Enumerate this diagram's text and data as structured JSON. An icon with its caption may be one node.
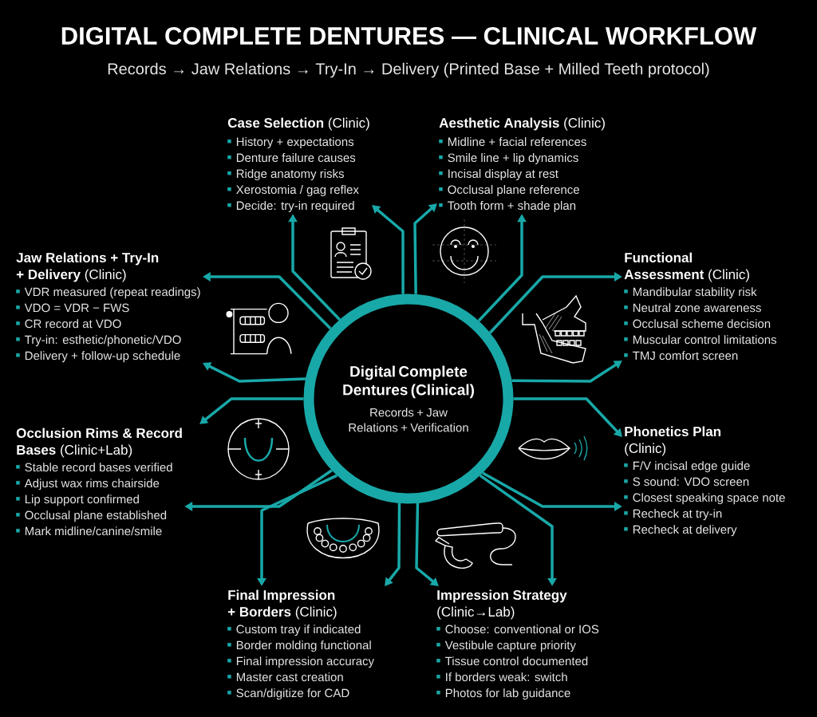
{
  "diagram": {
    "title": "DIGITAL COMPLETE DENTURES — CLINICAL WORKFLOW",
    "nodes": [
      {
        "text": [
          "Digital Complete Dentures (Clinical)",
          "Records + Jaw Relations + Verification"
        ]
      },
      {
        "text": [
          "**Case Selection** (Clinic)",
          "History + expectations",
          "Denture failure causes",
          "Ridge anatomy risks",
          "Xerostomia / gag reflex",
          "Decide: try-in required"
        ]
      },
      {
        "text": [
          "**Aesthetic Analysis** (Clinic)",
          "Midline + facial references",
          "Smile line + lip dynamics",
          "Incisal display at rest",
          "Occlusal plane reference",
          "Tooth form + shade plan"
        ]
      },
      {
        "text": [
          "**Jaw Relations + Try-In + Delivery** (Clinic)",
          "VDR measured (repeat readings)",
          "VDO = VDR − FWS",
          "CR record at VDO",
          "Try-in: esthetic/phonetic/VDO",
          "Delivery + follow-up schedule"
        ]
      },
      {
        "text": [
          "**Functional Assessment** (Clinic)",
          "Mandibular stability risk",
          "Neutral zone awareness",
          "Occlusal scheme decision",
          "Muscular control limitations",
          "TMJ comfort screen"
        ]
      },
      {
        "text": [
          "**Occlusion Rims & Record Bases** (Clinic+Lab)",
          "Stable record bases verified",
          "Adjust wax rims chairside",
          "Lip support confirmed",
          "Occlusal plane established",
          "Mark midline/canine/smile"
        ]
      },
      {
        "text": [
          "**Phonetics Plan** (Clinic)",
          "F/V incisal edge guide",
          "S sound: VDO screen",
          "Closest speaking space note",
          "Recheck at try-in",
          "Recheck at delivery"
        ]
      },
      {
        "text": [
          "**Final Impression + Borders** (Clinic)",
          "Custom tray if indicated",
          "Border molding functional",
          "Final impression accuracy",
          "Master cast creation",
          "Scan/digitize for CAD"
        ]
      },
      {
        "text": [
          "**Impression Strategy** (Clinic→Lab)",
          "Choose: conventional or IOS",
          "Vestibule capture priority",
          "Tissue control documented",
          "If borders weak: switch",
          "Photos for lab guidance"
        ]
      }
    ],
    "edges": [
      {
        "from": 0,
        "to": 1,
        "arrow": "to"
      },
      {
        "from": 0,
        "to": 1,
        "arrow": "to"
      },
      {
        "from": 0,
        "to": 2,
        "arrow": "to"
      },
      {
        "from": 0,
        "to": 2,
        "arrow": "to"
      },
      {
        "from": 0,
        "to": 3,
        "arrow": "to"
      },
      {
        "from": 0,
        "to": 3,
        "arrow": "to"
      },
      {
        "from": 0,
        "to": 4,
        "arrow": "to"
      },
      {
        "from": 0,
        "to": 4,
        "arrow": "to"
      },
      {
        "from": 0,
        "to": 5,
        "arrow": "to"
      },
      {
        "from": 0,
        "to": 5,
        "arrow": "to"
      },
      {
        "from": 0,
        "to": 6,
        "arrow": "to"
      },
      {
        "from": 0,
        "to": 6,
        "arrow": "to"
      },
      {
        "from": 0,
        "to": 7,
        "arrow": "to"
      },
      {
        "from": 0,
        "to": 7,
        "arrow": "to"
      },
      {
        "from": 0,
        "to": 8,
        "arrow": "to"
      },
      {
        "from": 0,
        "to": 8,
        "arrow": "to"
      }
    ],
    "labels": [
      "Records → Jaw Relations → Try-In → Delivery (Printed Base + Milled Teeth protocol)"
    ]
  }
}
